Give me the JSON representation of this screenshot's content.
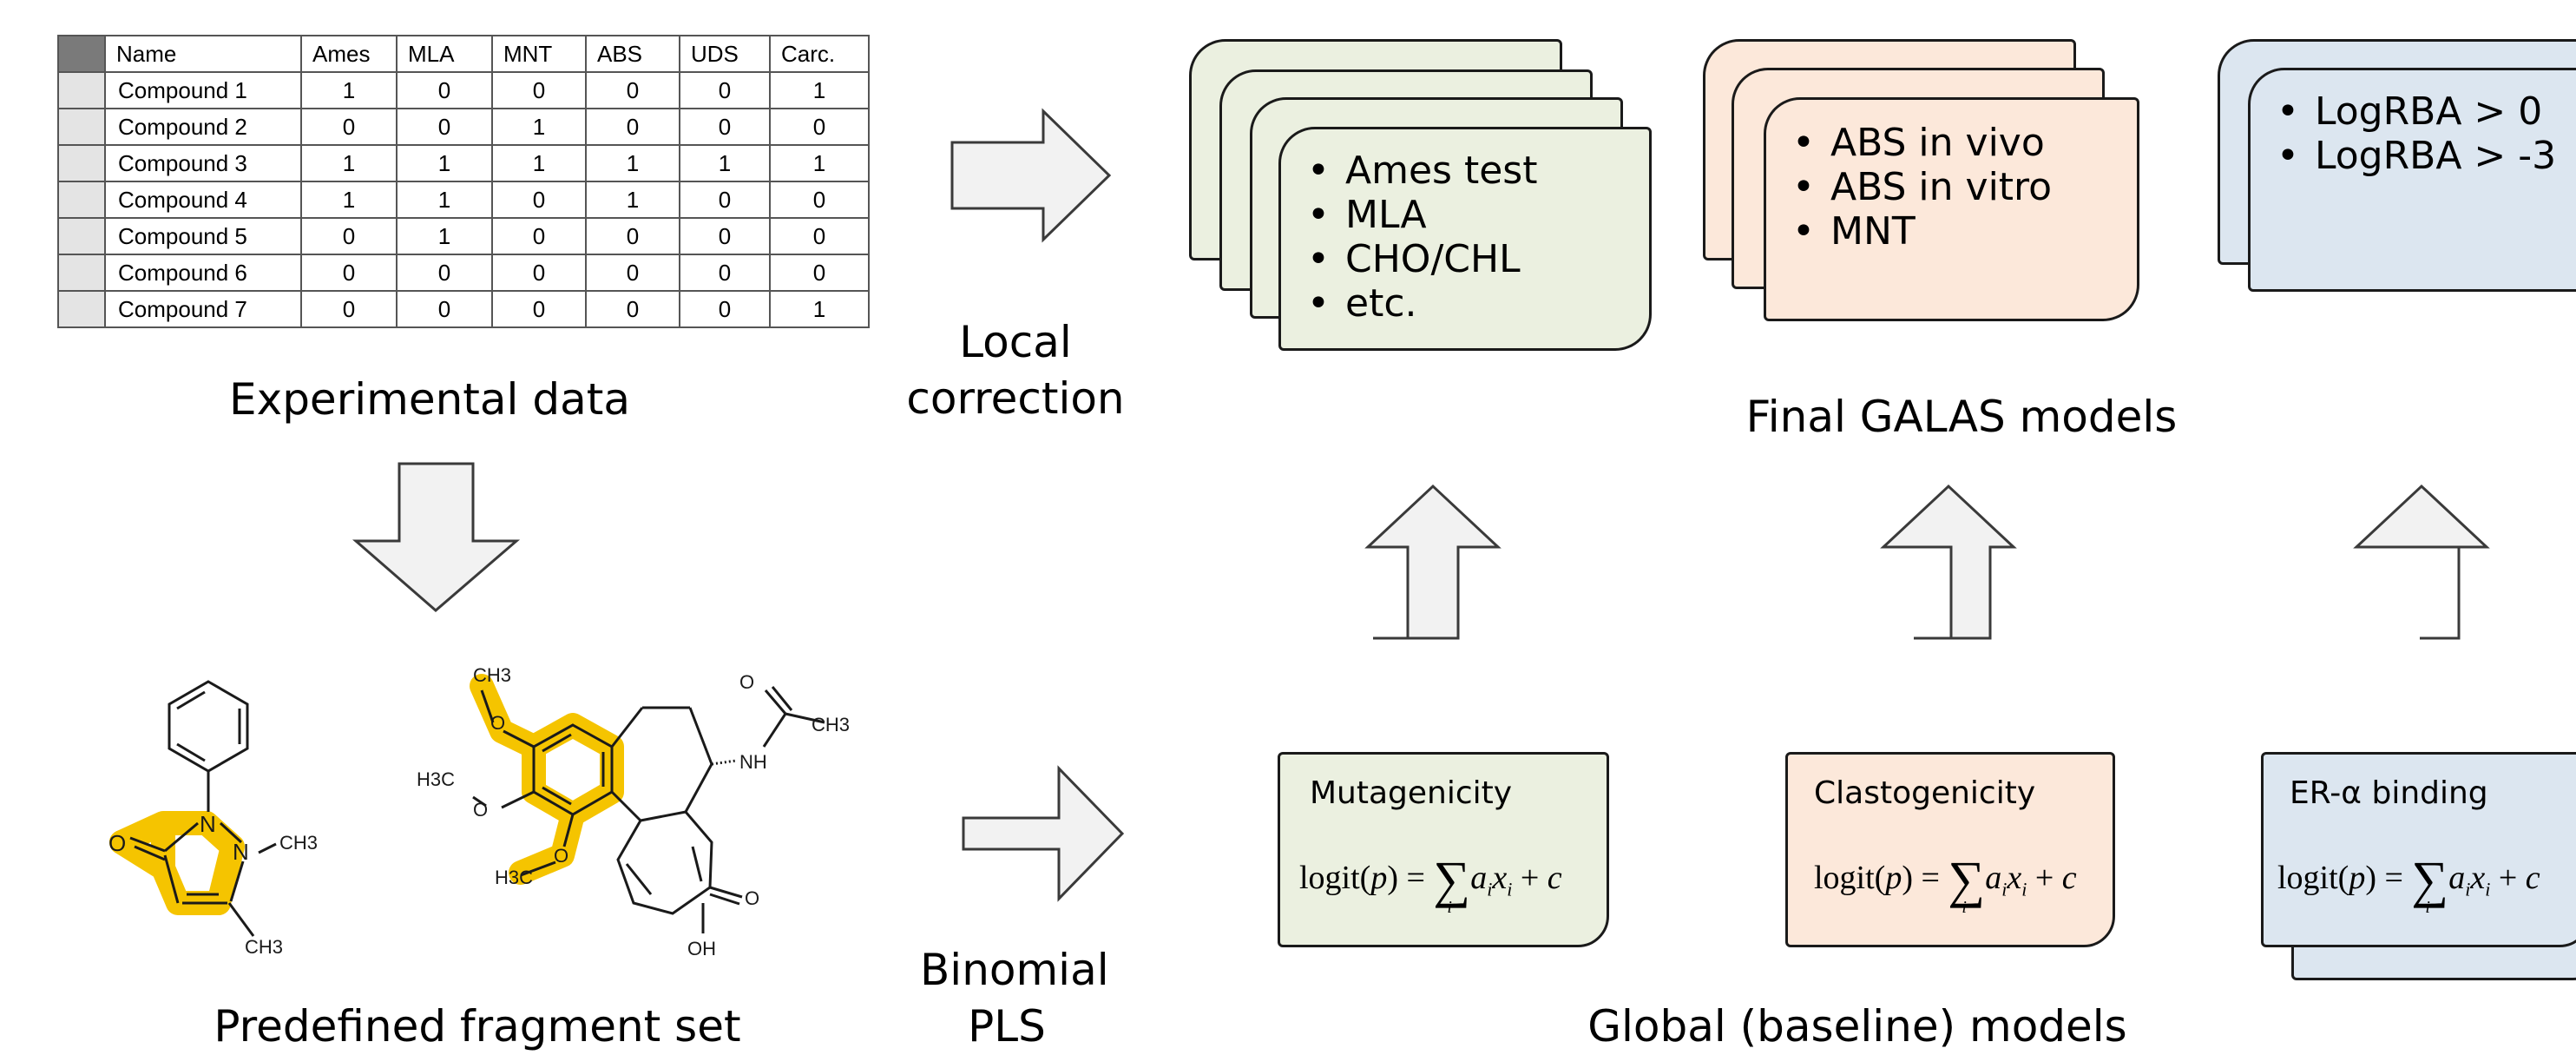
{
  "table": {
    "headers": [
      "Name",
      "Ames",
      "MLA",
      "MNT",
      "ABS",
      "UDS",
      "Carc."
    ],
    "rows": [
      [
        "Compound 1",
        "1",
        "0",
        "0",
        "0",
        "0",
        "1"
      ],
      [
        "Compound 2",
        "0",
        "0",
        "1",
        "0",
        "0",
        "0"
      ],
      [
        "Compound 3",
        "1",
        "1",
        "1",
        "1",
        "1",
        "1"
      ],
      [
        "Compound 4",
        "1",
        "1",
        "0",
        "1",
        "0",
        "0"
      ],
      [
        "Compound 5",
        "0",
        "1",
        "0",
        "0",
        "0",
        "0"
      ],
      [
        "Compound 6",
        "0",
        "0",
        "0",
        "0",
        "0",
        "0"
      ],
      [
        "Compound 7",
        "0",
        "0",
        "0",
        "0",
        "0",
        "1"
      ]
    ]
  },
  "captions": {
    "experimental": "Experimental data",
    "fragment": "Predefined fragment set",
    "local_1": "Local",
    "local_2": "correction",
    "binomial_1": "Binomial",
    "binomial_2": "PLS",
    "final": "Final GALAS models",
    "global": "Global (baseline) models"
  },
  "final_models": {
    "mutagenicity_items": [
      "Ames test",
      "MLA",
      "CHO/CHL",
      "etc."
    ],
    "clastogenicity_items": [
      "ABS in vivo",
      "ABS in vitro",
      "MNT"
    ],
    "er_items": [
      "LogRBA > 0",
      "LogRBA > -3"
    ]
  },
  "global_models": {
    "mutagenicity": "Mutagenicity",
    "clastogenicity": "Clastogenicity",
    "er_binding": "ER-α binding"
  },
  "formula": {
    "lhs": "logit(",
    "p": "p",
    "rhs": ") = ",
    "sum": "∑",
    "index": "i",
    "a": "a",
    "x": "x",
    "plus": " + ",
    "c": "c"
  },
  "molecule_labels": {
    "n1": "N",
    "n2": "N",
    "o1": "O",
    "ch3_1": "CH3",
    "ch3_2": "CH3",
    "ch3_top": "CH3",
    "h3c_1": "H3C",
    "h3c_2": "H3C",
    "o2": "O",
    "o3": "O",
    "o4": "O",
    "nh": "NH",
    "o5": "O",
    "ch3_3": "CH3",
    "o6": "O",
    "oh": "OH"
  },
  "colors": {
    "green": "#ebf0e0",
    "peach": "#fce8da",
    "blue": "#dce6f0",
    "highlight": "#f5c400",
    "arrow_fill": "#f2f2f2"
  }
}
